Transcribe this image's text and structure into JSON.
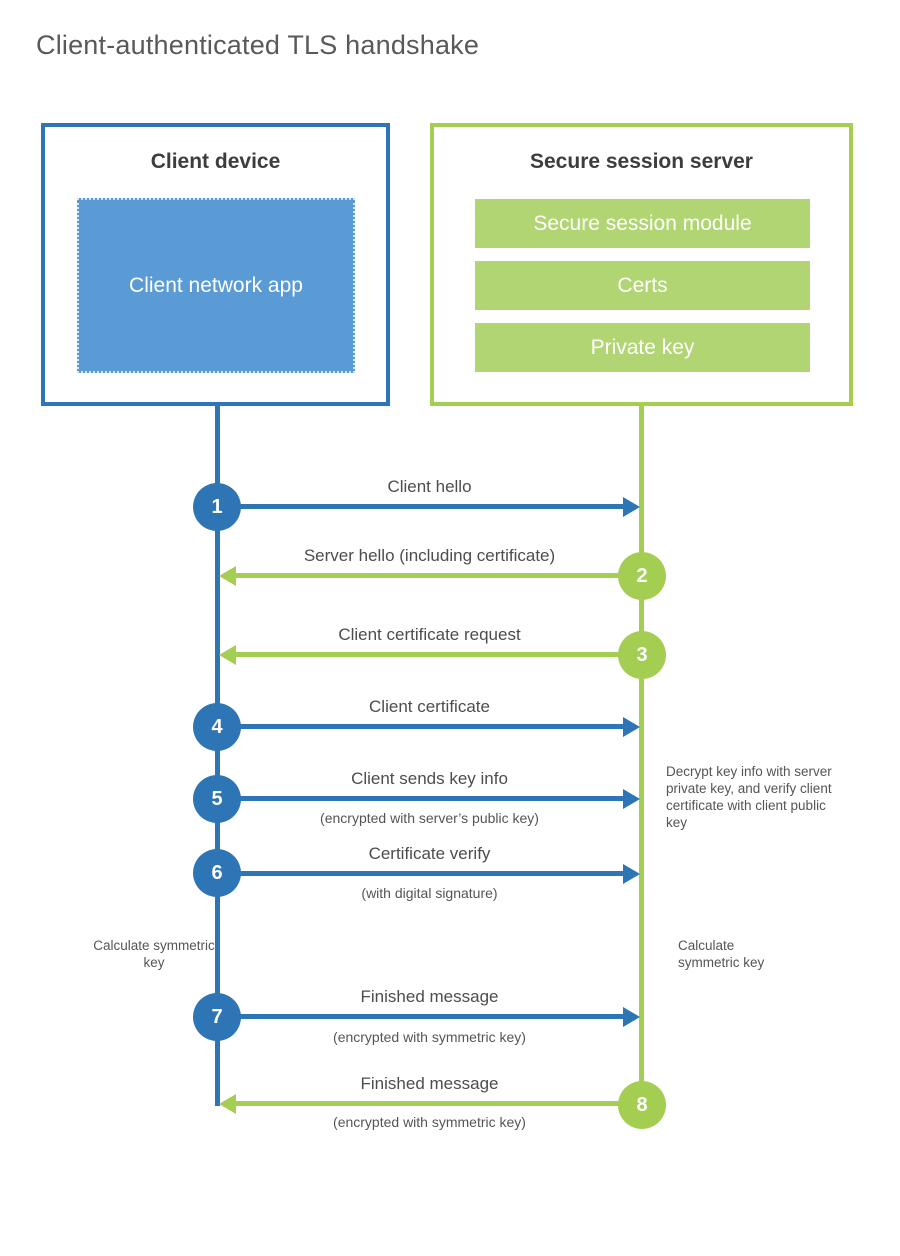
{
  "title": "Client-authenticated TLS handshake",
  "colors": {
    "blue": "#2e75b6",
    "blue_light": "#5b9bd5",
    "green": "#a3ce52",
    "green_light": "#b2d573"
  },
  "client_box": {
    "title": "Client device",
    "app_label": "Client network app"
  },
  "server_box": {
    "title": "Secure session server",
    "modules": [
      "Secure session module",
      "Certs",
      "Private key"
    ]
  },
  "steps": [
    {
      "num": "1",
      "label": "Client hello",
      "direction": "client-to-server"
    },
    {
      "num": "2",
      "label": "Server hello (including certificate)",
      "direction": "server-to-client"
    },
    {
      "num": "3",
      "label": "Client certificate request",
      "direction": "server-to-client"
    },
    {
      "num": "4",
      "label": "Client certificate",
      "direction": "client-to-server"
    },
    {
      "num": "5",
      "label": "Client sends key info",
      "sublabel": "(encrypted with server’s public key)",
      "direction": "client-to-server"
    },
    {
      "num": "6",
      "label": "Certificate verify",
      "sublabel": "(with digital signature)",
      "direction": "client-to-server"
    },
    {
      "num": "7",
      "label": "Finished message",
      "sublabel": "(encrypted with symmetric key)",
      "direction": "client-to-server"
    },
    {
      "num": "8",
      "label": "Finished message",
      "sublabel": "(encrypted with symmetric key)",
      "direction": "server-to-client"
    }
  ],
  "notes": {
    "decrypt": "Decrypt key info with server private key, and verify client certificate with client public key",
    "calc_left": "Calculate symmetric key",
    "calc_right": "Calculate symmetric key"
  }
}
